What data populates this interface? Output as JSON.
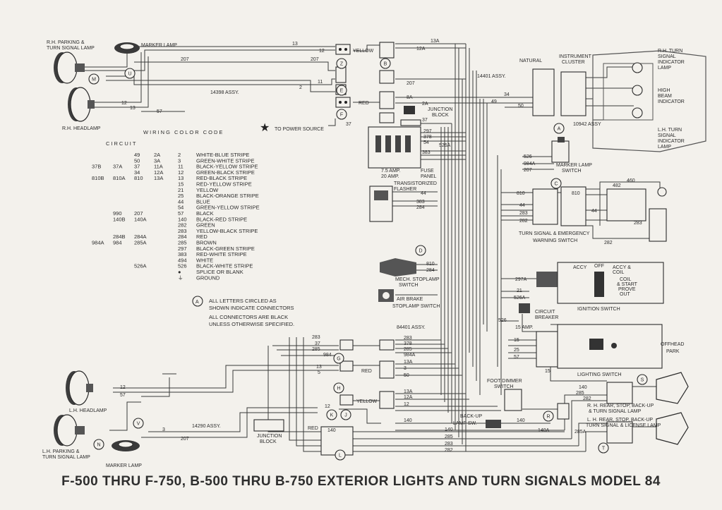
{
  "title": "F-500 THRU F-750, B-500 THRU B-750 EXTERIOR LIGHTS AND TURN SIGNALS MODEL 84",
  "components": {
    "rh_parking": [
      "R.H. PARKING &",
      "TURN SIGNAL LAMP"
    ],
    "marker_lamp_top": "MARKER LAMP",
    "rh_headlamp": "R.H. HEADLAMP",
    "assy_14398": "14398 ASSY.",
    "to_power": "TO POWER SOURCE",
    "yellow_top": "YELLOW",
    "red_top": "RED",
    "assy_14401": "14401 ASSY.",
    "junction_block_top": [
      "JUNCTION",
      "BLOCK"
    ],
    "fuse_panel": [
      "7.5 AMP.",
      "20 AMP.",
      "FUSE",
      "PANEL"
    ],
    "flasher": [
      "TRANSISTORIZED",
      "FLASHER"
    ],
    "natural": "NATURAL",
    "instrument_cluster": [
      "INSTRUMENT",
      "CLUSTER"
    ],
    "assy_10942": "10942 ASSY",
    "rh_turn": [
      "R.H. TURN",
      "SIGNAL",
      "INDICATOR",
      "LAMP"
    ],
    "high_beam": [
      "HIGH",
      "BEAM",
      "INDICATOR"
    ],
    "lh_turn": [
      "L.H. TURN",
      "SIGNAL",
      "INDICATOR",
      "LAMP"
    ],
    "marker_switch": [
      "MARKER LAMP",
      "SWITCH"
    ],
    "turn_emergency": [
      "TURN SIGNAL & EMERGENCY",
      "WARNING SWITCH"
    ],
    "stoplamp_switch": [
      "MECH. STOPLAMP",
      "SWITCH"
    ],
    "air_brake": [
      "AIR BRAKE",
      "STOPLAMP SWITCH"
    ],
    "assy_84401": "84401 ASSY.",
    "ignition_switch": "IGNITION SWITCH",
    "ignition_labels": [
      "ACCY",
      "OFF",
      "ACCY &",
      "COIL",
      "COIL",
      "& START",
      "PROVE",
      "OUT"
    ],
    "circuit_breaker": [
      "CIRCUIT",
      "BREAKER",
      "15 AMP."
    ],
    "lighting_switch": "LIGHTING SWITCH",
    "lighting_labels": [
      "OFF",
      "HEAD",
      "PARK"
    ],
    "lh_headlamp": "L.H. HEADLAMP",
    "lh_parking": [
      "L.H. PARKING &",
      "TURN SIGNAL LAMP"
    ],
    "marker_lamp_bottom": "MARKER LAMP",
    "assy_14290": "14290 ASSY.",
    "junction_block_bottom": [
      "JUNCTION",
      "BLOCK"
    ],
    "red_mid": "RED",
    "yellow_mid": "YELLOW",
    "red_low": "RED",
    "foot_dimmer": [
      "FOOT DIMMER",
      "SWITCH"
    ],
    "backup_switch": [
      "BACK-UP",
      "LAMP SW."
    ],
    "rh_rear": [
      "R. H. REAR, STOP, BACK-UP",
      "& TURN SIGNAL LAMP"
    ],
    "lh_rear": [
      "L. H. REAR, STOP, BACK-UP",
      "TURN SIGNAL & LICENSE LAMP"
    ]
  },
  "legend": {
    "heading": "WIRING COLOR CODE",
    "circuit_label": "CIRCUIT",
    "rows": [
      {
        "a": "",
        "b": "",
        "c": "49",
        "d": "2A",
        "n": "2",
        "color": "WHITE-BLUE STRIPE"
      },
      {
        "a": "",
        "b": "",
        "c": "50",
        "d": "3A",
        "n": "3",
        "color": "GREEN-WHITE STRIPE"
      },
      {
        "a": "37B",
        "b": "37A",
        "c": "37",
        "d": "11A",
        "n": "11",
        "color": "BLACK-YELLOW STRIPE"
      },
      {
        "a": "",
        "b": "",
        "c": "34",
        "d": "12A",
        "n": "12",
        "color": "GREEN-BLACK STRIPE"
      },
      {
        "a": "810B",
        "b": "810A",
        "c": "810",
        "d": "13A",
        "n": "13",
        "color": "RED-BLACK STRIPE"
      },
      {
        "a": "",
        "b": "",
        "c": "",
        "d": "",
        "n": "15",
        "color": "RED-YELLOW STRIPE"
      },
      {
        "a": "",
        "b": "",
        "c": "",
        "d": "",
        "n": "21",
        "color": "YELLOW"
      },
      {
        "a": "",
        "b": "",
        "c": "",
        "d": "",
        "n": "25",
        "color": "BLACK-ORANGE STRIPE"
      },
      {
        "a": "",
        "b": "",
        "c": "",
        "d": "",
        "n": "44",
        "color": "BLUE"
      },
      {
        "a": "",
        "b": "",
        "c": "",
        "d": "",
        "n": "54",
        "color": "GREEN-YELLOW STRIPE"
      },
      {
        "a": "",
        "b": "990",
        "c": "207",
        "d": "",
        "n": "57",
        "color": "BLACK"
      },
      {
        "a": "",
        "b": "140B",
        "c": "140A",
        "d": "",
        "n": "140",
        "color": "BLACK-RED STRIPE"
      },
      {
        "a": "",
        "b": "",
        "c": "",
        "d": "",
        "n": "282",
        "color": "GREEN"
      },
      {
        "a": "",
        "b": "",
        "c": "",
        "d": "",
        "n": "283",
        "color": "YELLOW-BLACK STRIPE"
      },
      {
        "a": "",
        "b": "284B",
        "c": "284A",
        "d": "",
        "n": "284",
        "color": "RED"
      },
      {
        "a": "984A",
        "b": "984",
        "c": "285A",
        "d": "",
        "n": "285",
        "color": "BROWN"
      },
      {
        "a": "",
        "b": "",
        "c": "",
        "d": "",
        "n": "297",
        "color": "BLACK-GREEN STRIPE"
      },
      {
        "a": "",
        "b": "",
        "c": "",
        "d": "",
        "n": "383",
        "color": "RED-WHITE STRIPE"
      },
      {
        "a": "",
        "b": "",
        "c": "",
        "d": "",
        "n": "494",
        "color": "WHITE"
      },
      {
        "a": "",
        "b": "",
        "c": "526A",
        "d": "",
        "n": "526",
        "color": "BLACK-WHITE STRIPE"
      },
      {
        "a": "",
        "b": "",
        "c": "",
        "d": "",
        "n": "●",
        "color": "SPLICE OR BLANK"
      },
      {
        "a": "",
        "b": "",
        "c": "",
        "d": "",
        "n": "⏚",
        "color": "GROUND"
      }
    ],
    "note_circle": "A",
    "note1": [
      "ALL LETTERS CIRCLED AS",
      "SHOWN INDICATE CONNECTORS"
    ],
    "note2": [
      "ALL CONNECTORS ARE BLACK",
      "UNLESS OTHERWISE SPECIFIED."
    ]
  },
  "wire_labels": {
    "top": [
      "13",
      "12",
      "207",
      "207",
      "11",
      "2",
      "12",
      "13",
      "57",
      "37"
    ],
    "center_bus": [
      "13A",
      "12A",
      "207",
      "8A",
      "2A",
      "37",
      "297",
      "378",
      "54",
      "383",
      "526A"
    ],
    "cluster": [
      "34",
      "49",
      "50",
      "526",
      "984A",
      "207"
    ],
    "switch_c": [
      "810",
      "44",
      "283",
      "282",
      "810",
      "482",
      "460",
      "44",
      "283",
      "282"
    ],
    "stoplamp": [
      "810",
      "284"
    ],
    "flasher": [
      "44",
      "383",
      "284"
    ],
    "ignition": [
      "297A",
      "21",
      "526A",
      "526"
    ],
    "lighting": [
      "15",
      "25",
      "57",
      "15"
    ],
    "lower_left": [
      "283",
      "37",
      "285",
      "984",
      "13",
      "5",
      "12",
      "57",
      "12",
      "3",
      "207"
    ],
    "lower_conn": [
      "283",
      "378",
      "285",
      "984A",
      "13A",
      "3",
      "50",
      "13A",
      "12A",
      "12",
      "140",
      "140",
      "140",
      "285",
      "283",
      "282"
    ],
    "rear": [
      "140",
      "285",
      "282",
      "140",
      "140A",
      "285A"
    ]
  },
  "connector_letters": [
    "M",
    "U",
    "Z",
    "E",
    "F",
    "B",
    "A",
    "C",
    "D",
    "G",
    "H",
    "J",
    "K",
    "L",
    "N",
    "V",
    "R",
    "S",
    "T"
  ]
}
